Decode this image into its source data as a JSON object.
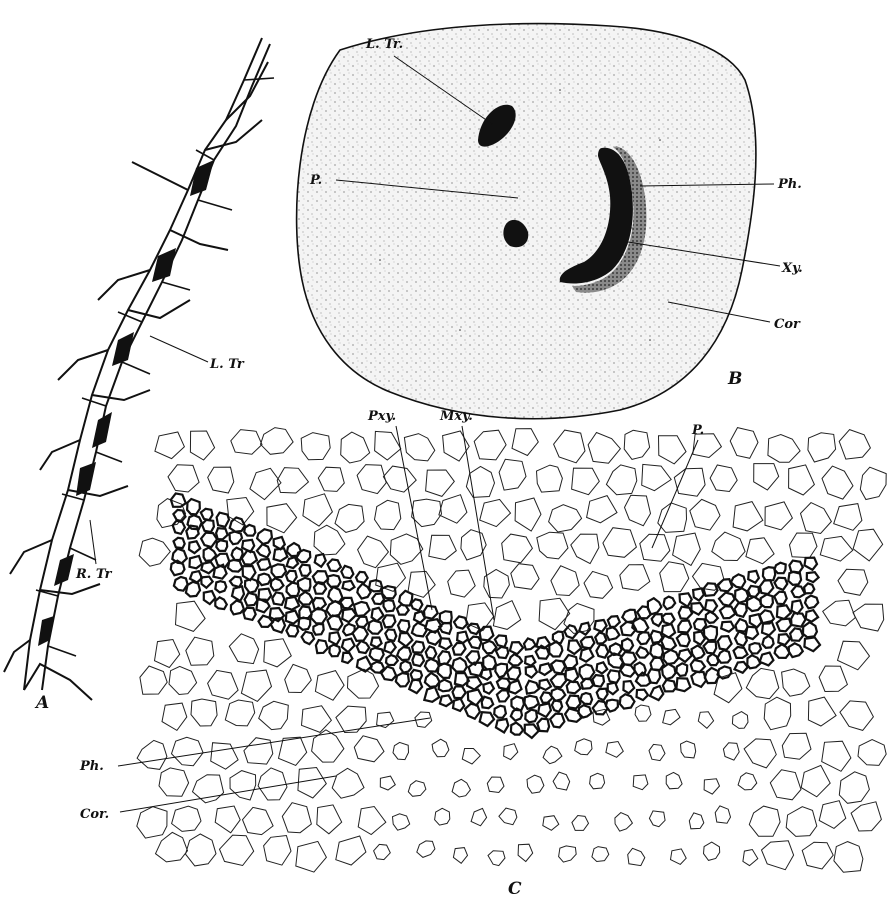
{
  "panels": {
    "a": {
      "letter": "A",
      "labels": {
        "lateral_traces": "L. Tr",
        "root_traces": "R. Tr"
      }
    },
    "b": {
      "letter": "B",
      "labels": {
        "leaf_trace": "L. Tr.",
        "pith": "P.",
        "phloem": "Ph.",
        "xylem": "Xy.",
        "cortex": "Cor"
      }
    },
    "c": {
      "letter": "C",
      "labels": {
        "protoxylem": "Pxy.",
        "metaxylem": "Mxy.",
        "pith": "P.",
        "phloem": "Ph.",
        "cortex": "Cor."
      }
    }
  }
}
